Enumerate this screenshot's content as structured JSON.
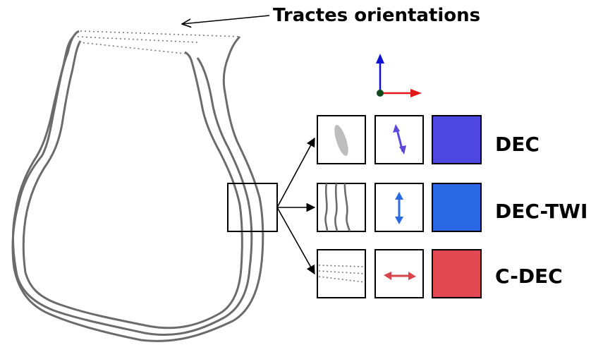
{
  "title_annotation": "Tractes orientations",
  "rows": [
    {
      "label": "DEC",
      "color": "#4e48e0",
      "arrow_color": "#5a48e0",
      "arrow_direction": "oblique"
    },
    {
      "label": "DEC-TWI",
      "color": "#2968e2",
      "arrow_color": "#2a6ae0",
      "arrow_direction": "vertical"
    },
    {
      "label": "C-DEC",
      "color": "#e24852",
      "arrow_color": "#d9444c",
      "arrow_direction": "horizontal"
    }
  ],
  "axes_colors": {
    "x": "#e01818",
    "y": "#1010d0",
    "z": "#0f4a1f"
  },
  "tract_color": "#6b6b6b"
}
